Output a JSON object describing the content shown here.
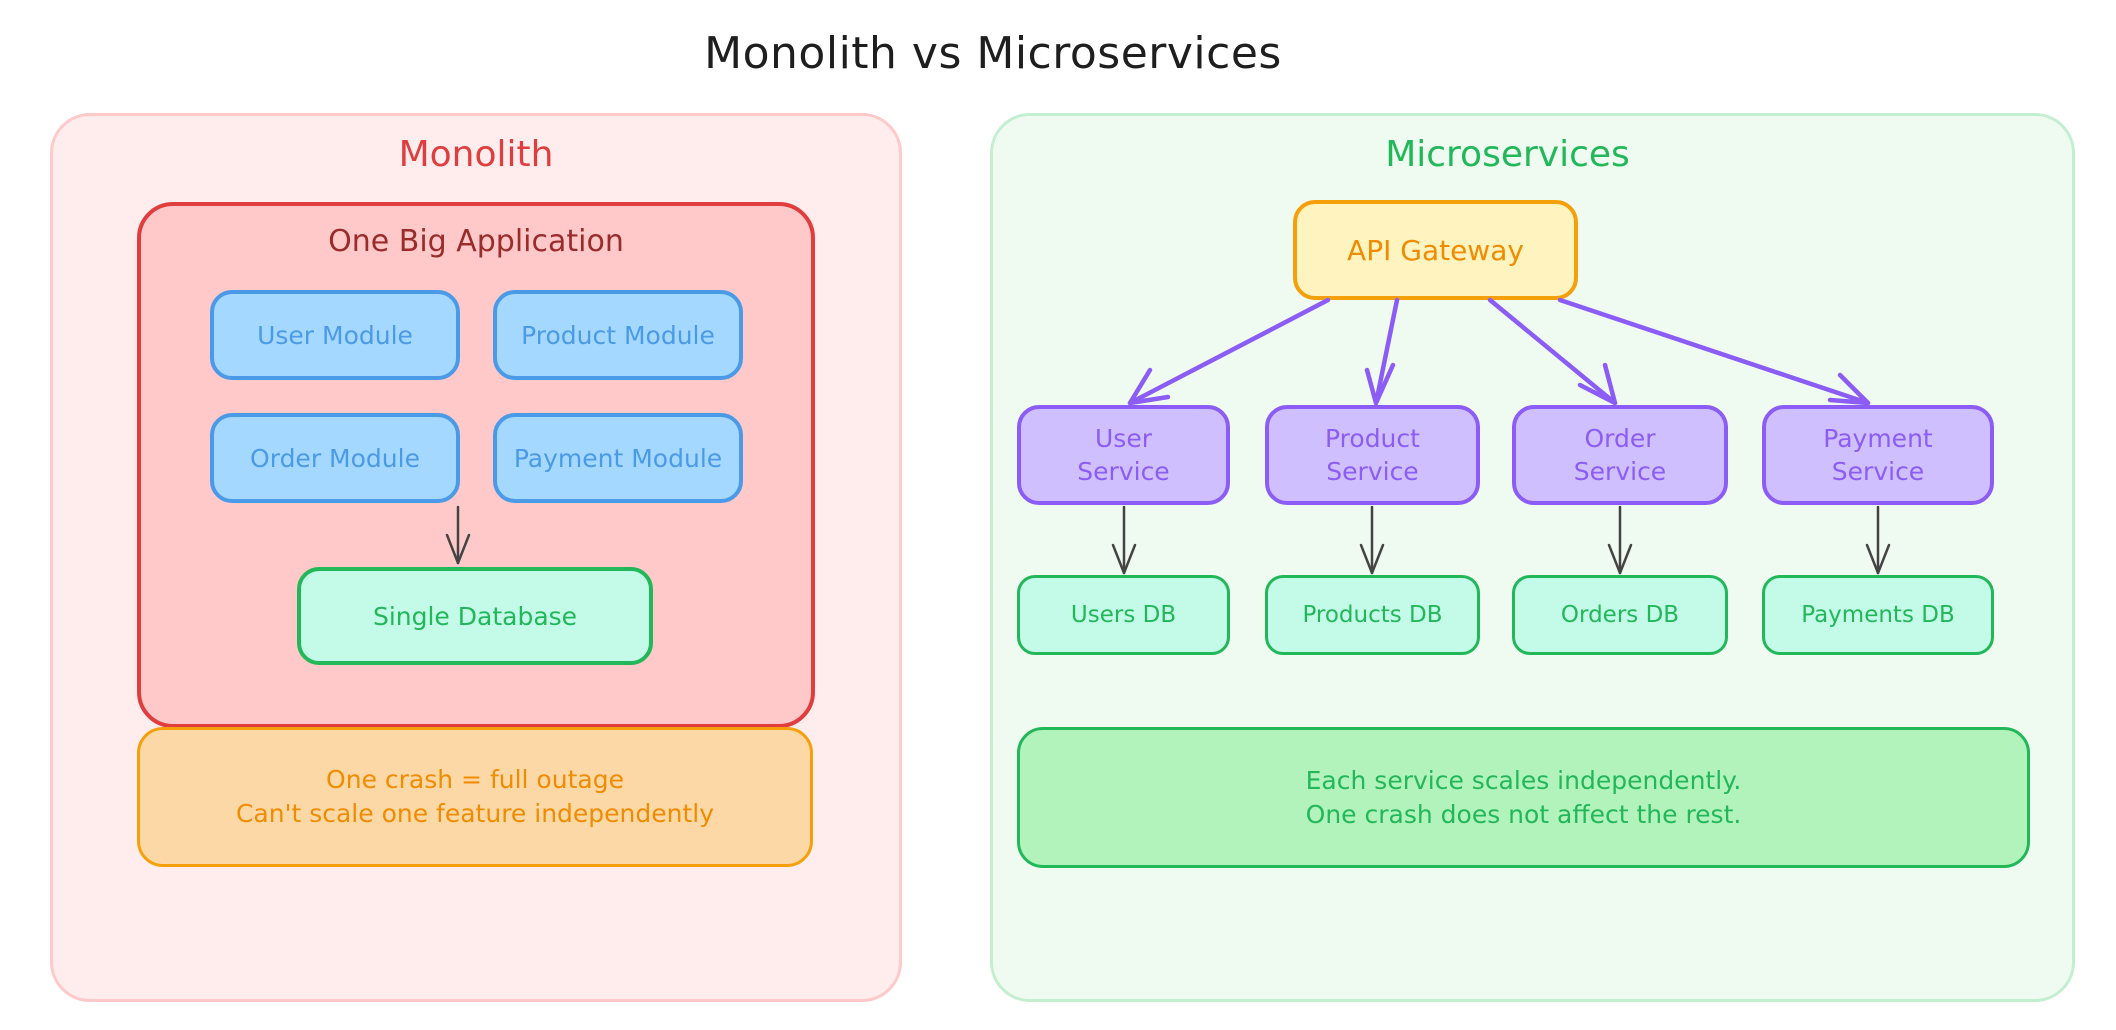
{
  "title": "Monolith vs Microservices",
  "colors": {
    "monolith_accent": "#e03e3e",
    "microservices_accent": "#22b85a",
    "module": "#4a9ae8",
    "gateway": "#f08c00",
    "service": "#8b5cf6",
    "arrow_dark": "#444444"
  },
  "monolith": {
    "label": "Monolith",
    "app_label": "One Big Application",
    "modules": [
      "User Module",
      "Product Module",
      "Order Module",
      "Payment Module"
    ],
    "database": "Single Database",
    "note_lines": [
      "One crash = full outage",
      "Can't scale one feature independently"
    ]
  },
  "microservices": {
    "label": "Microservices",
    "gateway": "API Gateway",
    "services": [
      {
        "line1": "User",
        "line2": "Service",
        "db": "Users DB"
      },
      {
        "line1": "Product",
        "line2": "Service",
        "db": "Products DB"
      },
      {
        "line1": "Order",
        "line2": "Service",
        "db": "Orders DB"
      },
      {
        "line1": "Payment",
        "line2": "Service",
        "db": "Payments DB"
      }
    ],
    "note_lines": [
      "Each service scales independently.",
      "One crash does not affect the rest."
    ]
  }
}
